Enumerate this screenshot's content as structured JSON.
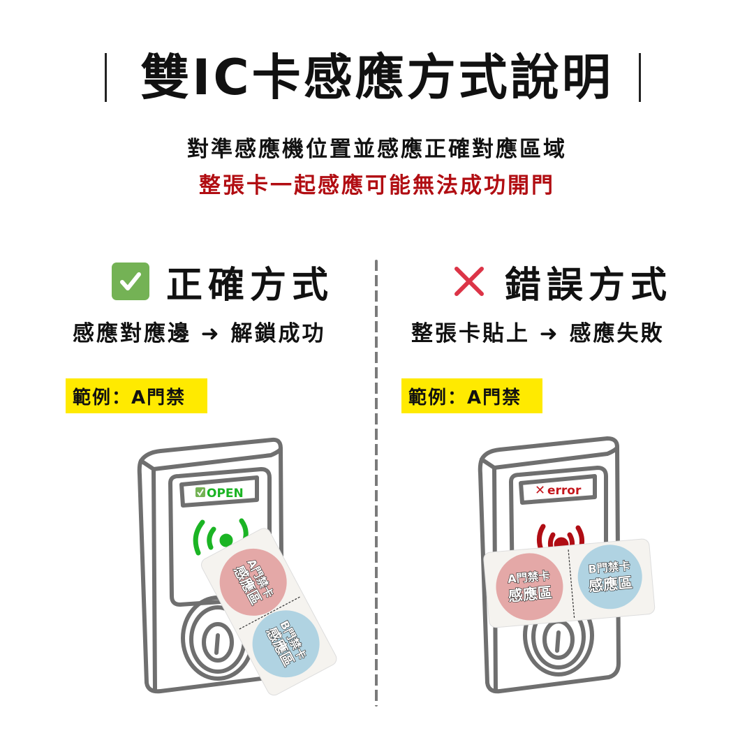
{
  "header": {
    "title": "雙IC卡感應方式說明",
    "subtitle_line1": "對準感應機位置並感應正確對應區域",
    "subtitle_line2": "整張卡一起感應可能無法成功開門"
  },
  "colors": {
    "title_text": "#111111",
    "warning_text": "#b10d12",
    "correct_green": "#74b255",
    "wrong_red": "#dc3447",
    "highlight_yellow": "#ffea00",
    "reader_outline": "#6f6f6f",
    "nfc_green": "#1bb424",
    "nfc_red": "#b00d14",
    "zone_a": "#e09a9a",
    "zone_b": "#a8cfe0",
    "divider": "#7a7a7a"
  },
  "correct": {
    "icon": "check-square-icon",
    "title": "正確方式",
    "description": "感應對應邊 ➜ 解鎖成功",
    "example_label": "範例：A門禁",
    "reader_status_icon": "check-icon",
    "reader_status": "OPEN",
    "card": {
      "zone_a_line1": "A門禁卡",
      "zone_a_line2": "感應區",
      "zone_b_line1": "B門禁卡",
      "zone_b_line2": "感應區"
    }
  },
  "wrong": {
    "icon": "x-mark-icon",
    "title": "錯誤方式",
    "description": "整張卡貼上 ➜ 感應失敗",
    "example_label": "範例：A門禁",
    "reader_status_icon": "x-icon",
    "reader_status": "error",
    "card": {
      "zone_a_line1": "A門禁卡",
      "zone_a_line2": "感應區",
      "zone_b_line1": "B門禁卡",
      "zone_b_line2": "感應區"
    }
  }
}
